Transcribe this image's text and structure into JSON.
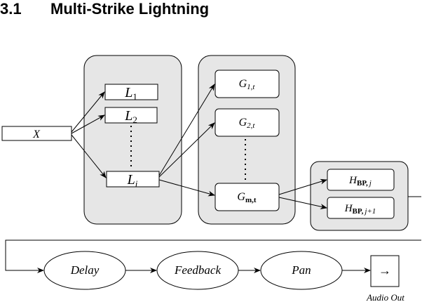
{
  "section": {
    "number": "3.1",
    "title": "Multi-Strike Lightning"
  },
  "nodes": {
    "input": {
      "label": "X"
    },
    "lightning": [
      {
        "name": "L",
        "sub": "1"
      },
      {
        "name": "L",
        "sub": "2"
      },
      {
        "name": "L",
        "sub": "i"
      }
    ],
    "generators": [
      {
        "name": "G",
        "sub": "1,t"
      },
      {
        "name": "G",
        "sub": "2,t"
      },
      {
        "name": "G",
        "sub": "m,t"
      }
    ],
    "filters": [
      {
        "name": "H",
        "sub_bold": "BP,",
        "sub": "j"
      },
      {
        "name": "H",
        "sub_bold": "BP,",
        "sub": "j+1"
      }
    ]
  },
  "chain": {
    "delay": "Delay",
    "feedback": "Feedback",
    "pan": "Pan",
    "output_symbol": "→",
    "output_label": "Audio Out"
  },
  "colors": {
    "group_fill": "#e6e6e6",
    "stroke": "#000000"
  }
}
